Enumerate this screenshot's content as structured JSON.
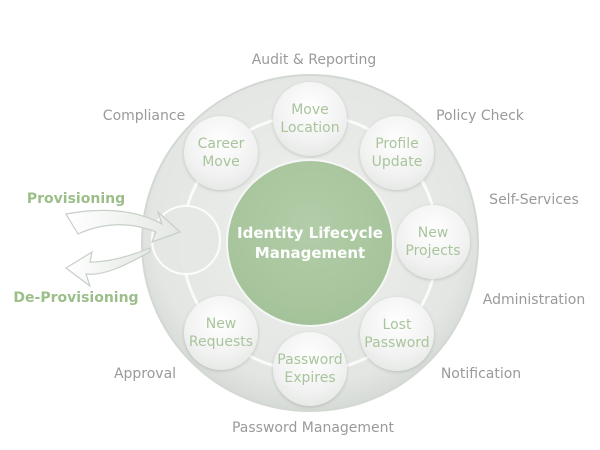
{
  "outer_labels": {
    "audit": "Audit & Reporting",
    "policy": "Policy Check",
    "self_services": "Self-Services",
    "administration": "Administration",
    "notification": "Notification",
    "password_management": "Password Management",
    "approval": "Approval",
    "compliance": "Compliance"
  },
  "side_labels": {
    "provisioning": "Provisioning",
    "deprovisioning": "De-Provisioning"
  },
  "core": {
    "title": "Identity Lifecycle\nManagement"
  },
  "stages": {
    "move_location": "Move\nLocation",
    "profile_update": "Profile\nUpdate",
    "new_projects": "New\nProjects",
    "lost_password": "Lost\nPassword",
    "password_expires": "Password\nExpires",
    "new_requests": "New\nRequests",
    "career_move": "Career\nMove"
  },
  "colors": {
    "accent_green": "#a6c49b",
    "label_gray": "#9a9a9a"
  }
}
